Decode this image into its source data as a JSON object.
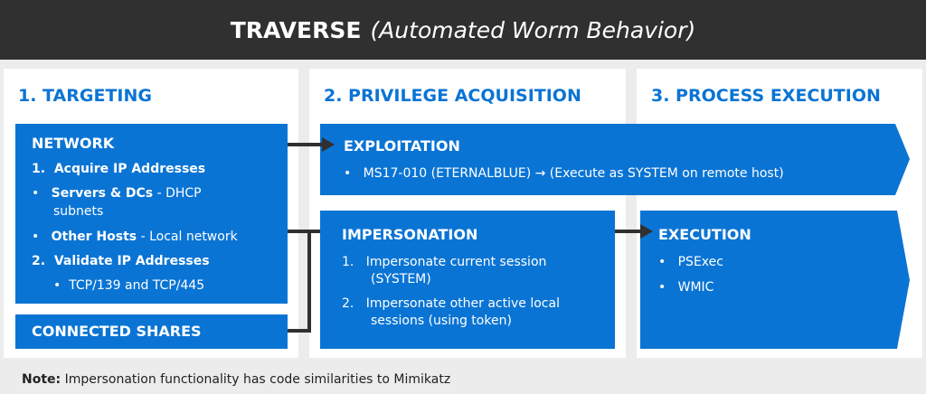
{
  "title": {
    "main": "TRAVERSE",
    "sub": "(Automated Worm Behavior)"
  },
  "columns": [
    {
      "label": "1. TARGETING"
    },
    {
      "label": "2. PRIVILEGE ACQUISITION"
    },
    {
      "label": "3. PROCESS EXECUTION"
    }
  ],
  "network": {
    "title": "NETWORK",
    "acquire": "Acquire IP Addresses",
    "servers_bold": "Servers & DCs",
    "servers_rest": "- DHCP",
    "servers_cont": "subnets",
    "hosts_bold": "Other Hosts",
    "hosts_rest": "- Local network",
    "validate": "Validate IP Addresses",
    "ports": "TCP/139 and TCP/445"
  },
  "connected_shares": "CONNECTED SHARES",
  "exploitation": {
    "title": "EXPLOITATION",
    "item": "MS17-010 (ETERNALBLUE) → (Execute as SYSTEM on remote host)"
  },
  "impersonation": {
    "title": "IMPERSONATION",
    "items": [
      [
        "Impersonate current session",
        "(SYSTEM)"
      ],
      [
        "Impersonate other active local",
        "sessions (using token)"
      ]
    ]
  },
  "execution": {
    "title": "EXECUTION",
    "items": [
      "PSExec",
      "WMIC"
    ]
  },
  "note": {
    "bold": "Note:",
    "text": "Impersonation functionality has code similarities to Mimikatz"
  },
  "colors": {
    "blue": "#0a74d4",
    "dark": "#303030",
    "bg": "#ececec"
  }
}
